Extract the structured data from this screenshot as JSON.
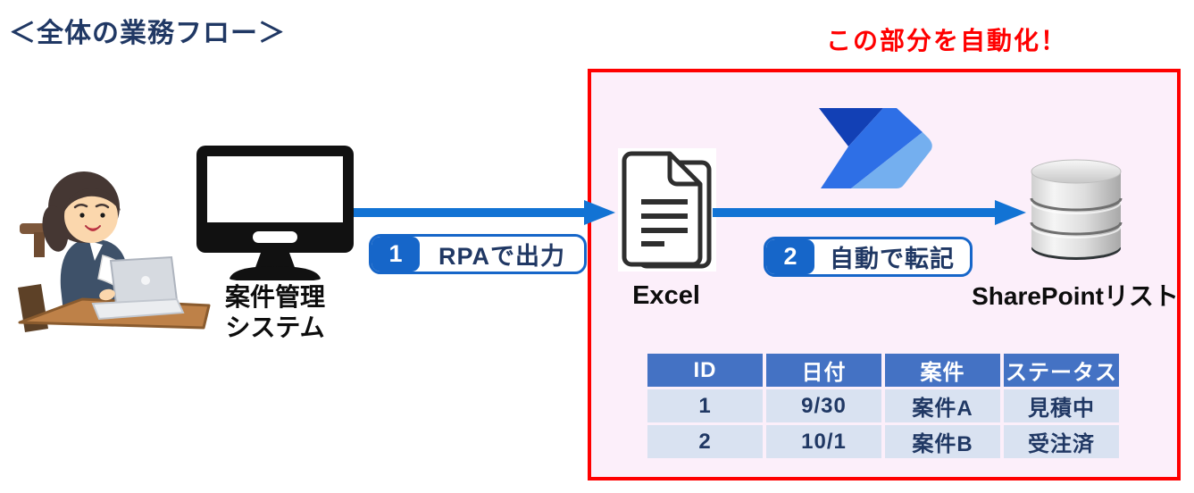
{
  "title": "＜全体の業務フロー＞",
  "automation_callout": "この部分を自動化！",
  "nodes": {
    "system": {
      "line1": "案件管理",
      "line2": "システム"
    },
    "excel": {
      "label": "Excel"
    },
    "sharepoint": {
      "label": "SharePointリスト"
    }
  },
  "steps": {
    "step1": {
      "number": "1",
      "label": "RPAで出力"
    },
    "step2": {
      "number": "2",
      "label": "自動で転記"
    }
  },
  "table": {
    "headers": [
      "ID",
      "日付",
      "案件",
      "ステータス"
    ],
    "rows": [
      [
        "1",
        "9/30",
        "案件A",
        "見積中"
      ],
      [
        "2",
        "10/1",
        "案件B",
        "受注済"
      ]
    ]
  },
  "icons": {
    "person": "person-at-laptop-illustration",
    "monitor": "desktop-monitor-icon",
    "document": "document-stack-icon",
    "power_automate": "power-automate-logo",
    "database": "database-cylinder-icon",
    "arrow": "flow-arrow-right"
  },
  "colors": {
    "title_navy": "#203864",
    "callout_red": "#FF0000",
    "arrow_blue": "#1273D4",
    "badge_blue": "#1666C9",
    "table_header_blue": "#4472C4",
    "table_row_blue": "#D9E2F1",
    "box_background_pink": "#FCEFFA"
  }
}
